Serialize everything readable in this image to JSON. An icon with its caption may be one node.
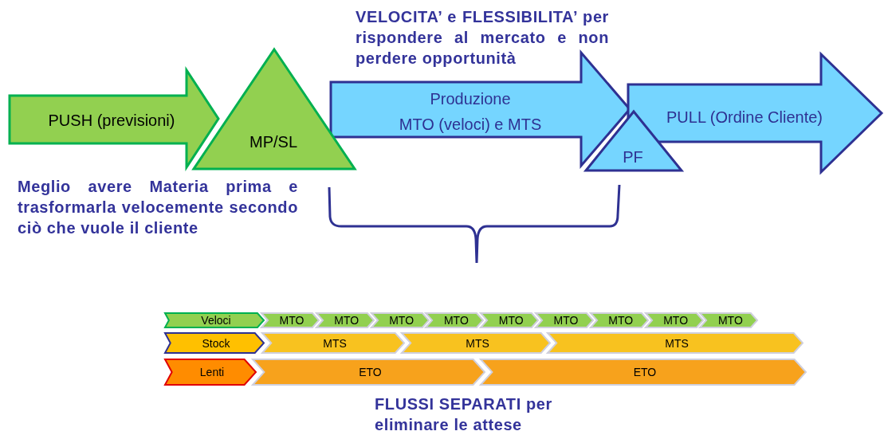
{
  "diagram": {
    "nodes": [
      {
        "text": [
          "PUSH (previsioni)"
        ]
      },
      {
        "text": [
          "MP/SL"
        ]
      },
      {
        "text": [
          "Produzione",
          "MTO (veloci) e MTS"
        ]
      },
      {
        "text": [
          "PF"
        ]
      },
      {
        "text": [
          "PULL (Ordine Cliente)"
        ]
      },
      {
        "text": [
          "Veloci"
        ]
      },
      {
        "text": [
          "MTO"
        ]
      },
      {
        "text": [
          "MTO"
        ]
      },
      {
        "text": [
          "MTO"
        ]
      },
      {
        "text": [
          "MTO"
        ]
      },
      {
        "text": [
          "MTO"
        ]
      },
      {
        "text": [
          "MTO"
        ]
      },
      {
        "text": [
          "MTO"
        ]
      },
      {
        "text": [
          "MTO"
        ]
      },
      {
        "text": [
          "MTO"
        ]
      },
      {
        "text": [
          "Stock"
        ]
      },
      {
        "text": [
          "MTS"
        ]
      },
      {
        "text": [
          "MTS"
        ]
      },
      {
        "text": [
          "MTS"
        ]
      },
      {
        "text": [
          "Lenti"
        ]
      },
      {
        "text": [
          "ETO"
        ]
      },
      {
        "text": [
          "ETO"
        ]
      }
    ],
    "labels": [
      "VELOCITA’ e FLESSIBILITA’ per rispondere al mercato e non perdere opportunità",
      "Meglio avere Materia prima e trasformarla velocemente secondo ciò che vuole il cliente",
      "FLUSSI SEPARATI per eliminare le attese"
    ]
  }
}
